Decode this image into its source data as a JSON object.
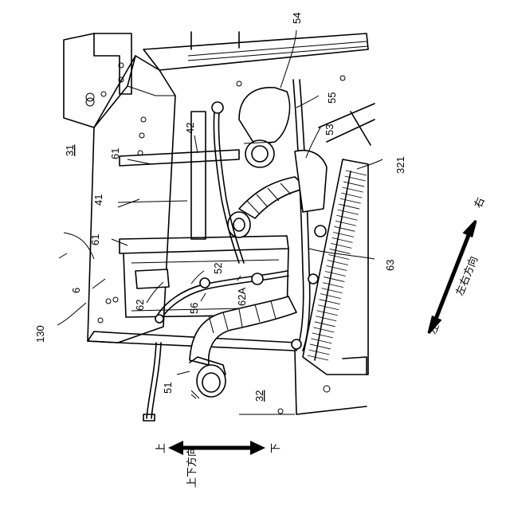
{
  "labels": {
    "l54": "54",
    "l55": "55",
    "l53": "53",
    "l321": "321",
    "l31": "31",
    "l42": "42",
    "l61a": "61",
    "l41": "41",
    "l61b": "61",
    "l6": "6",
    "l130": "130",
    "l62": "62",
    "l52": "52",
    "l56": "56",
    "l62A": "62A",
    "l63": "63",
    "l51": "51",
    "l32": "32"
  },
  "direction_lr": {
    "label": "左右方向",
    "left": "左",
    "right": "右"
  },
  "direction_ud": {
    "label": "上下方向",
    "up": "上",
    "down": "下"
  }
}
